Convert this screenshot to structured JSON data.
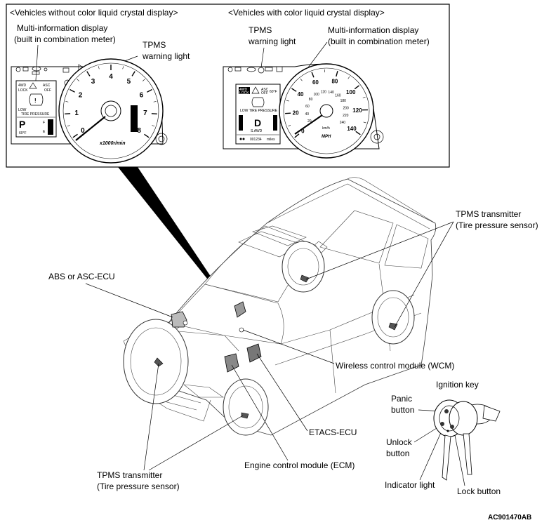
{
  "panel": {
    "left_heading": "<Vehicles without color liquid crystal display>",
    "right_heading": "<Vehicles with color liquid crystal display>",
    "left_mid_label_line1": "Multi-information display",
    "left_mid_label_line2": "(built in combination meter)",
    "left_tpms_line1": "TPMS",
    "left_tpms_line2": "warning light",
    "right_tpms_line1": "TPMS",
    "right_tpms_line2": "warning light",
    "right_mid_label_line1": "Multi-information display",
    "right_mid_label_line2": "(built in combination meter)"
  },
  "left_meter": {
    "tach_numbers": [
      "0",
      "1",
      "2",
      "3",
      "4",
      "5",
      "6",
      "7",
      "8"
    ],
    "tach_unit": "x1000r/min",
    "display_4wd": "4WD",
    "display_lock": "LOCK",
    "display_asc": "ASC",
    "display_off": "OFF",
    "display_low": "LOW",
    "display_tire_pressure": "TIRE PRESSURE",
    "gear": "P",
    "temp": "60°F",
    "fuel_f": "F",
    "fuel_e": "E"
  },
  "right_meter": {
    "speed_outer": [
      "0",
      "20",
      "40",
      "60",
      "80",
      "100",
      "120",
      "140"
    ],
    "speed_inner": [
      "20",
      "40",
      "60",
      "80",
      "100",
      "120",
      "140",
      "160",
      "180",
      "200",
      "220",
      "240"
    ],
    "unit_kmh": "km/h",
    "unit_mph": "MPH",
    "display_4wd": "4WD",
    "display_lock": "LOCK",
    "display_asc": "ASC",
    "display_off": "OFF",
    "display_temp": "60°F",
    "display_low": "LOW TIRE PRESSURE",
    "gear": "D",
    "display_mode": "S.AWD",
    "odometer": "001234",
    "odometer_unit": "miles"
  },
  "labels": {
    "abs": "ABS or ASC-ECU",
    "tpms_right_line1": "TPMS transmitter",
    "tpms_right_line2": "(Tire pressure sensor)",
    "wcm": "Wireless control module (WCM)",
    "ignition_key": "Ignition key",
    "panic_line1": "Panic",
    "panic_line2": "button",
    "etacs": "ETACS-ECU",
    "unlock_line1": "Unlock",
    "unlock_line2": "button",
    "ecm": "Engine control module (ECM)",
    "tpms_left_line1": "TPMS transmitter",
    "tpms_left_line2": "(Tire pressure sensor)",
    "indicator": "Indicator light",
    "lock": "Lock button"
  },
  "figure_code": "AC901470AB"
}
